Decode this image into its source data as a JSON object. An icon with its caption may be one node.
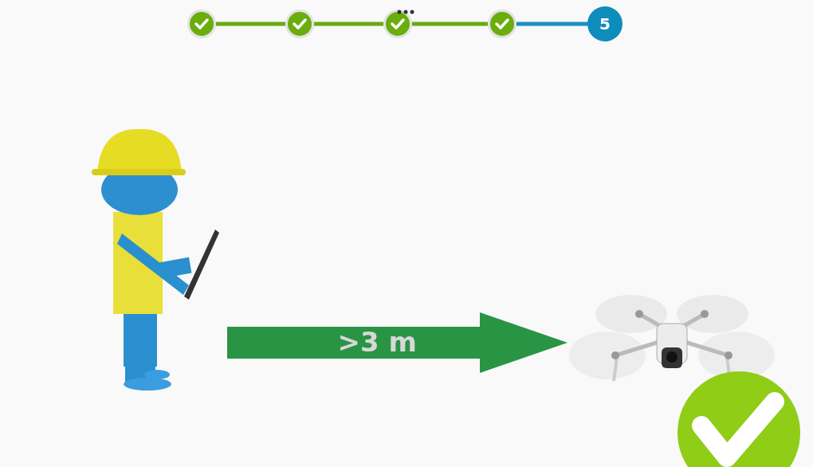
{
  "diagram": {
    "nodes": [
      {
        "text": [],
        "shape": "circle"
      },
      {
        "text": [],
        "shape": "circle"
      },
      {
        "text": [],
        "shape": "circle"
      },
      {
        "text": [],
        "shape": "circle"
      },
      {
        "text": [
          "5"
        ]
      },
      {
        "text": [],
        "shape": "person"
      },
      {
        "text": [],
        "shape": "picture"
      }
    ],
    "edges": [
      {
        "from": 0,
        "to": 1,
        "arrow": "none"
      },
      {
        "from": 1,
        "to": 2,
        "arrow": "none"
      },
      {
        "from": 2,
        "to": 3,
        "arrow": "none"
      },
      {
        "from": 3,
        "to": 4,
        "arrow": "none",
        "color": "#1b8fbf"
      },
      {
        "from": 5,
        "to": 6,
        "arrow": "to",
        "label": ">3 m",
        "style": "thick",
        "color": "#2a9445"
      }
    ]
  }
}
